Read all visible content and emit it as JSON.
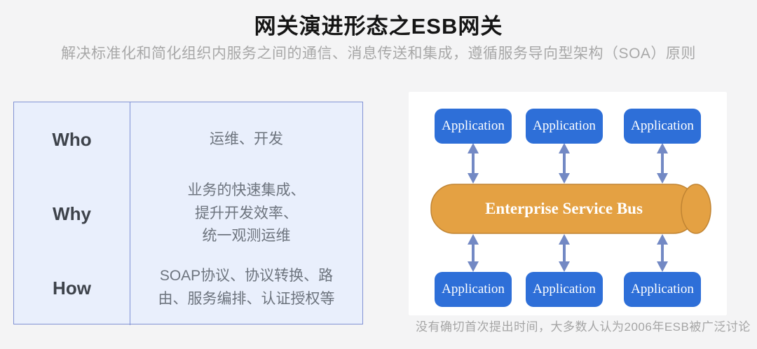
{
  "title": "网关演进形态之ESB网关",
  "subtitle": "解决标准化和简化组织内服务之间的通信、消息传送和集成，遵循服务导向型架构（SOA）原则",
  "table": {
    "rows": [
      {
        "label": "Who",
        "value": "运维、开发"
      },
      {
        "label": "Why",
        "value": "业务的快速集成、\n提升开发效率、\n统一观测运维"
      },
      {
        "label": "How",
        "value": "SOAP协议、协议转换、路由、服务编排、认证授权等"
      }
    ]
  },
  "diagram": {
    "app_label": "Application",
    "bus_label": "Enterprise Service Bus",
    "caption": "没有确切首次提出时间，大多数人认为2006年ESB被广泛讨论",
    "colors": {
      "app_box": "#2e6fd8",
      "bus_fill": "#e4a143",
      "bus_stroke": "#c08433",
      "arrow": "#7389c4",
      "table_row_light": "#e9effc",
      "table_row_dark": "#cfdff7",
      "table_border": "#7d8fd4"
    }
  }
}
